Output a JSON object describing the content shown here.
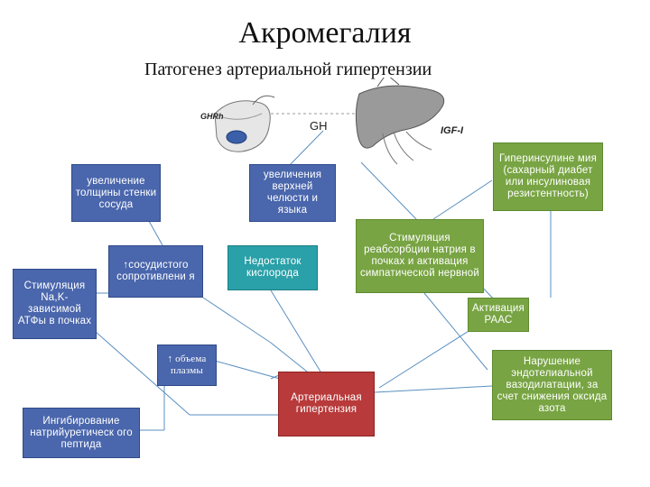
{
  "title": "Акромегалия",
  "subtitle": "Патогенез артериальной гипертензии",
  "figure": {
    "gh": "GH",
    "ghrh": "GHRh",
    "igf": "IGF-I"
  },
  "boxes": {
    "wall": "увеличение толщины стенки сосуда",
    "jaw": "увеличения верхней челюсти и языка",
    "hyperins": "Гиперинсулине мия (сахарный диабет или инсулиновая резистентность)",
    "naK": "Стимуляция Na,K-зависимой АТФы в почках",
    "resist": "↑сосудистого сопротивлени я",
    "oxygen": "Недостаток кислорода",
    "sodium": "Стимуляция реабсорбции натрия в почках и активация симпатической нервной",
    "raas": "Активация РААС",
    "plasma": "↑ объема плазмы",
    "inhibit": "Ингибирование натрийуретическ ого пептида",
    "hypert": "Артериальная гипертензия",
    "endo": "Нарушение эндотелиальной вазодилатации, за счет снижения оксида азота"
  },
  "colors": {
    "blue": "#4a66ac",
    "teal": "#2aa0a8",
    "green": "#78a443",
    "red": "#b83a3a"
  }
}
